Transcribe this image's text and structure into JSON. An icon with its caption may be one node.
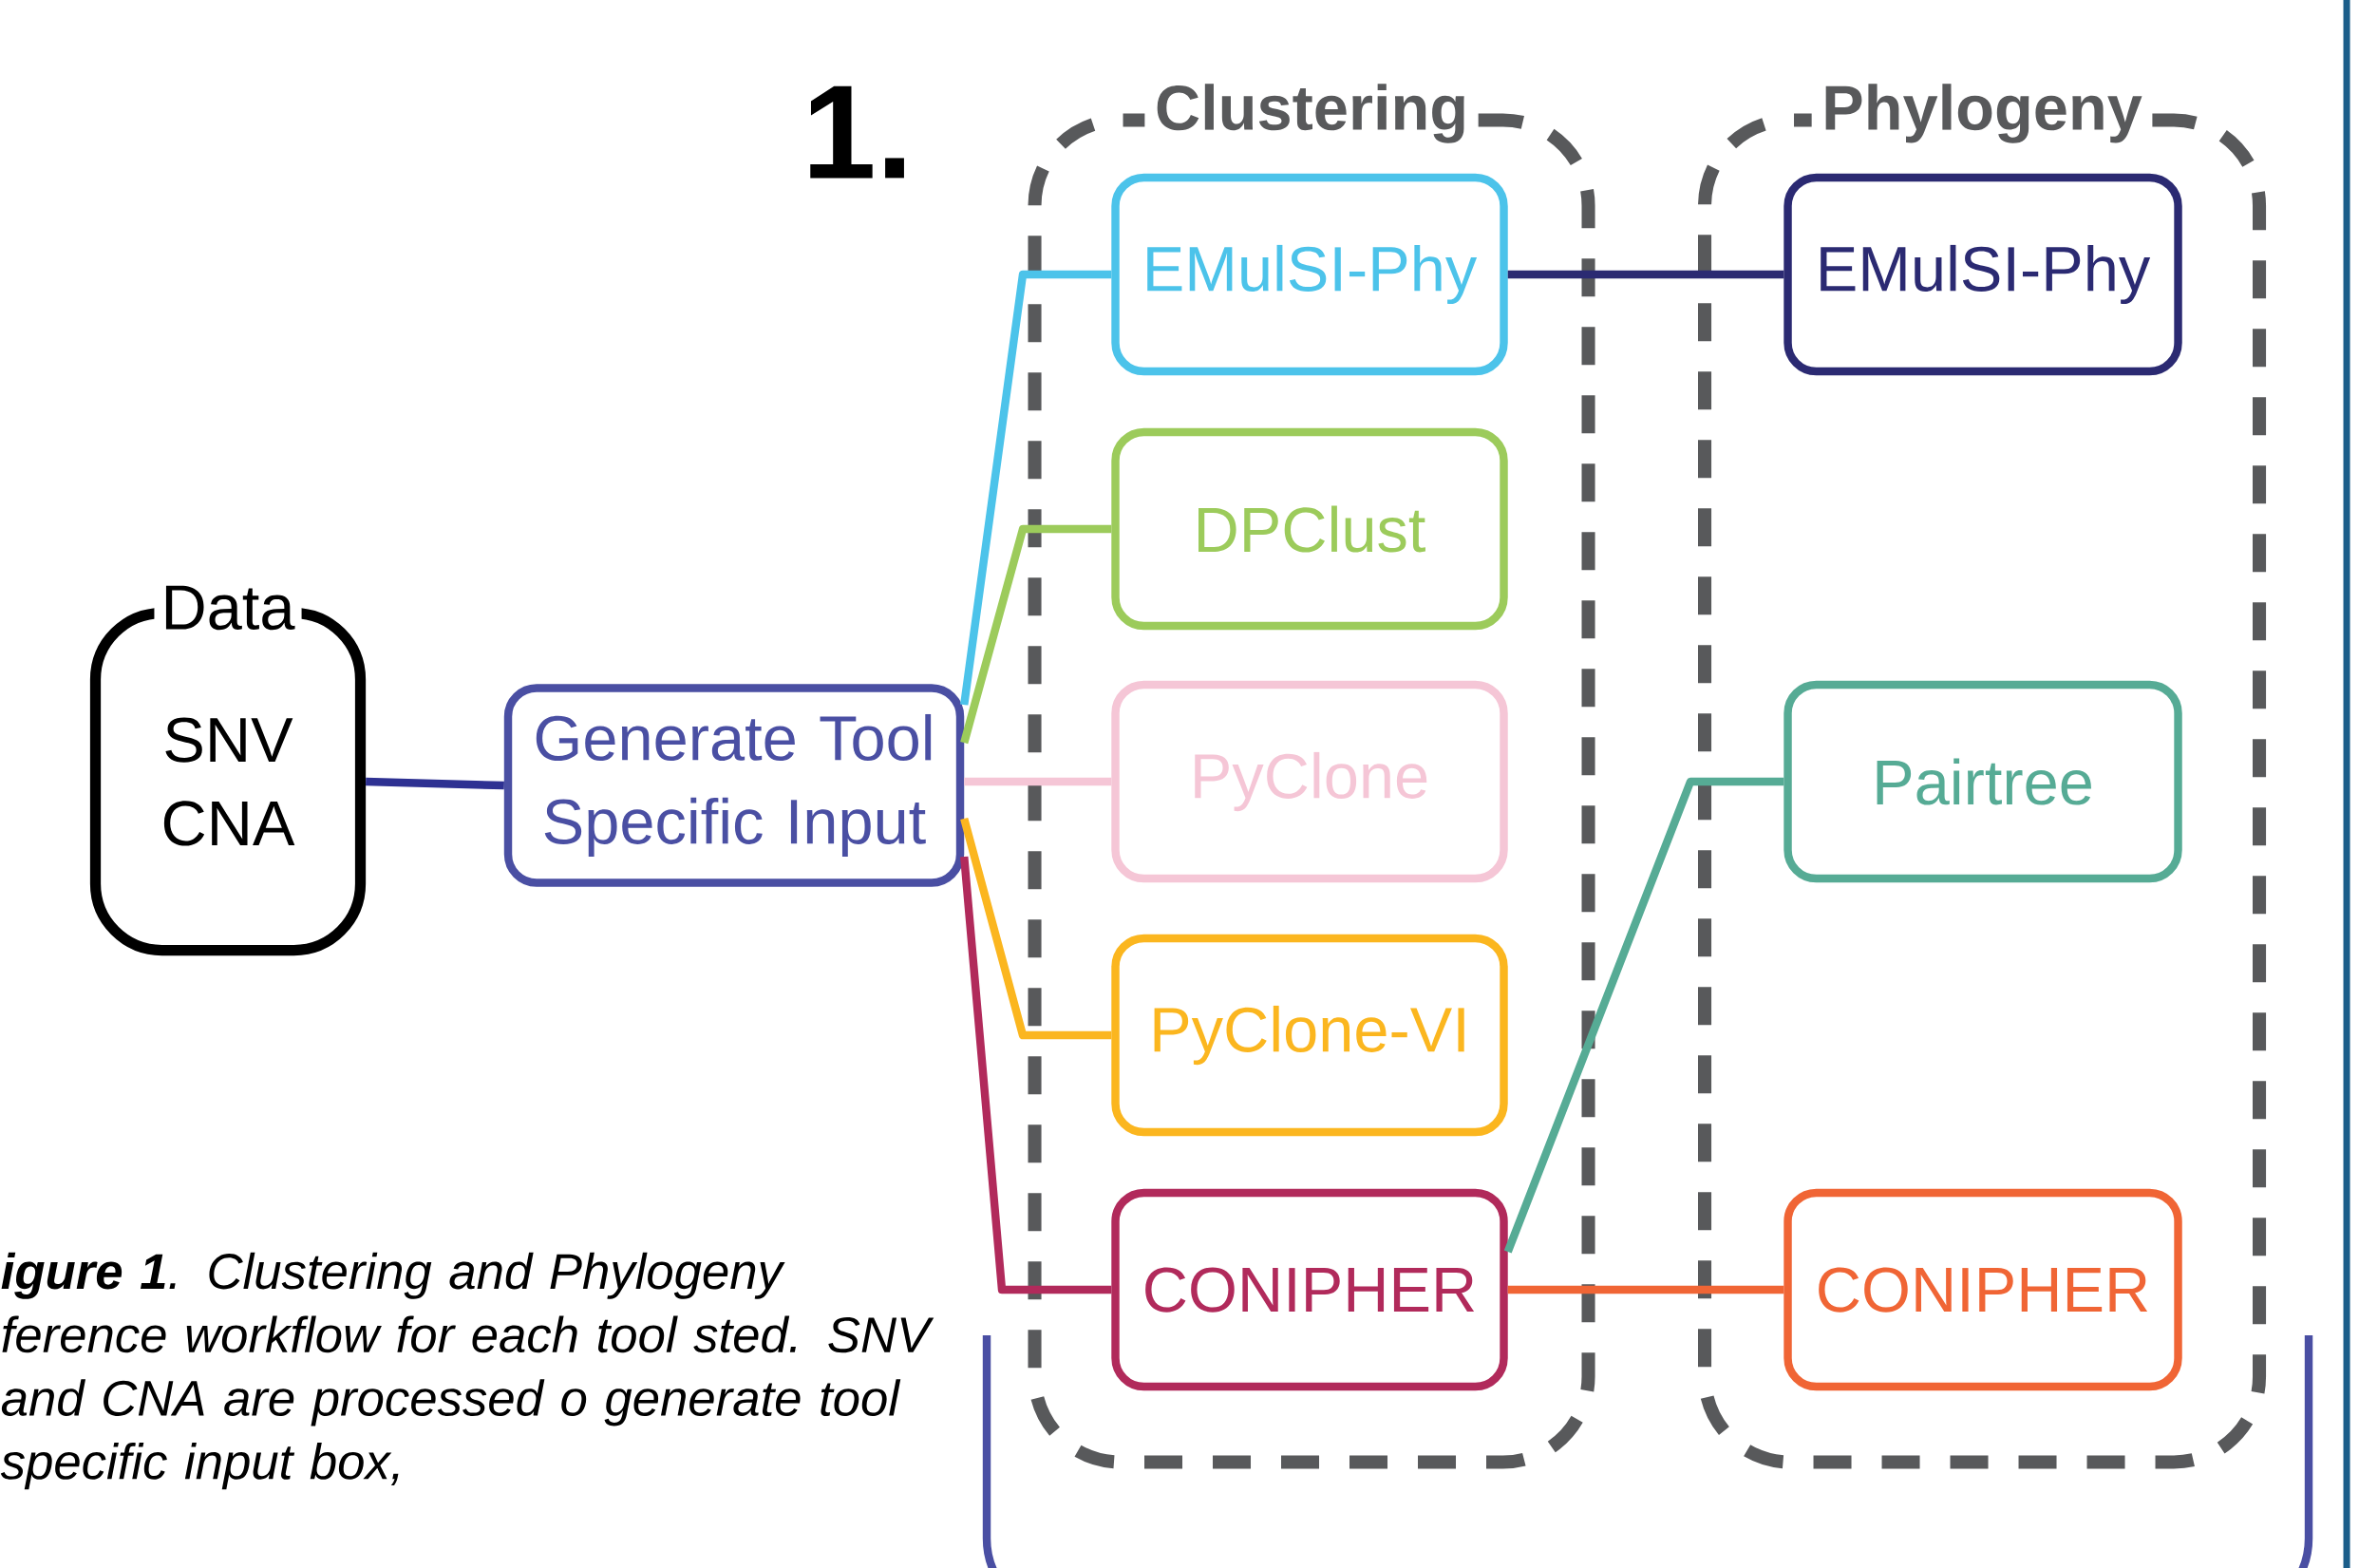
{
  "diagram": {
    "caption": "**igure 1**. Clustering and Phylogeny ference workflow for each tool sted. SNV and CNA are processed o generate tool specific input box,",
    "nodes": [
      {
        "text": [
          "Data",
          "SNV CNA"
        ]
      },
      {
        "text": [
          "Generate Tool Specific Input"
        ]
      },
      {
        "text": [
          "Clustering"
        ]
      },
      {
        "text": [
          "EMulSI-Phy"
        ],
        "in": 2
      },
      {
        "text": [
          "DPClust"
        ],
        "in": 2
      },
      {
        "text": [
          "PyClone"
        ],
        "in": 2
      },
      {
        "text": [
          "PyClone-VI"
        ],
        "in": 2
      },
      {
        "text": [
          "CONIPHER"
        ],
        "in": 2
      },
      {
        "text": [
          "Phylogeny"
        ]
      },
      {
        "text": [
          "EMulSI-Phy"
        ],
        "in": 8
      },
      {
        "text": [
          "Pairtree"
        ],
        "in": 8
      },
      {
        "text": [
          "CONIPHER"
        ],
        "in": 8
      }
    ],
    "edges": [
      {
        "from": 0,
        "to": 1,
        "arrow": "none",
        "color": "#2e3192"
      },
      {
        "from": 1,
        "to": 3,
        "arrow": "none",
        "color": "#4cc3ea"
      },
      {
        "from": 1,
        "to": 4,
        "arrow": "none",
        "color": "#9ccb5b"
      },
      {
        "from": 1,
        "to": 5,
        "arrow": "none",
        "color": "#f5c6d6"
      },
      {
        "from": 1,
        "to": 6,
        "arrow": "none",
        "color": "#fbb61f"
      },
      {
        "from": 1,
        "to": 7,
        "arrow": "none",
        "color": "#b12a5b"
      },
      {
        "from": 3,
        "to": 9,
        "arrow": "none",
        "color": "#2b2a72"
      },
      {
        "from": 7,
        "to": 10,
        "arrow": "none",
        "color": "#56ab95"
      },
      {
        "from": 7,
        "to": 11,
        "arrow": "none",
        "color": "#f06535"
      }
    ],
    "labels": [
      "1."
    ]
  }
}
